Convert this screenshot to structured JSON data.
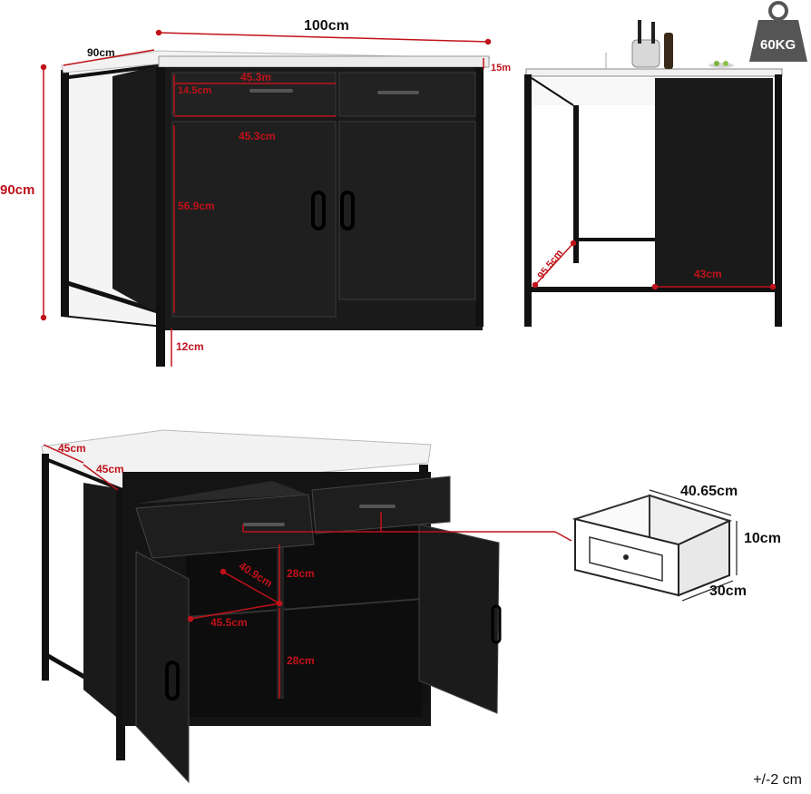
{
  "labels": {
    "width_100": "100cm",
    "depth_90": "90cm",
    "height_90": "90cm",
    "top_thickness": "15m",
    "drawer_height": "14.5cm",
    "drawer_width_top": "45.3m",
    "drawer_width_mid": "45.3cm",
    "door_height": "56.9cm",
    "leg_height": "12cm",
    "weight": "60KG",
    "diag_95": "95.5cm",
    "side_43": "43cm",
    "depth_45a": "45cm",
    "depth_45b": "45cm",
    "shelf_28a": "28cm",
    "shelf_28b": "28cm",
    "shelf_depth": "40.9cm",
    "shelf_width": "45.5cm",
    "drawer_w": "40.65cm",
    "drawer_h": "10cm",
    "drawer_d": "30cm",
    "tolerance": "+/-2 cm"
  },
  "colors": {
    "cabinet": "#1a1a1a",
    "dimension_red": "#c0121a",
    "top_marble": "#f2f2f2"
  }
}
